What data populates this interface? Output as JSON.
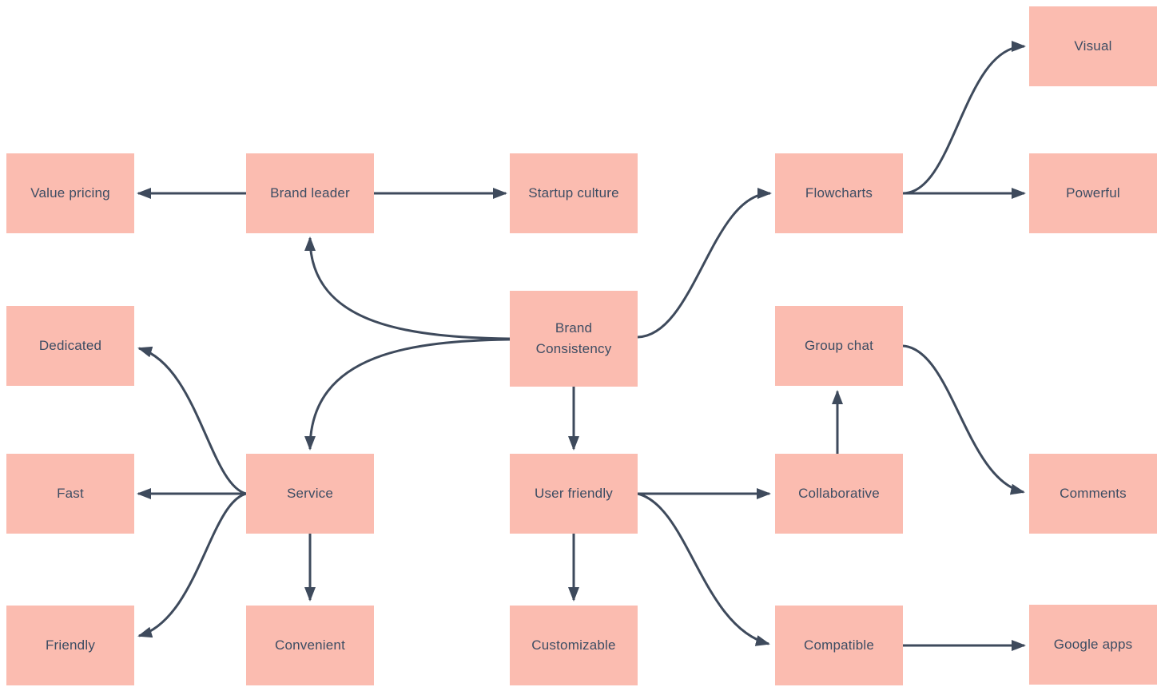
{
  "diagram": {
    "type": "mindmap-flowchart",
    "background_color": "#ffffff",
    "node_fill_color": "#fbbcb0",
    "node_text_color": "#3d4d63",
    "connector_color": "#3e4a5c",
    "root_label": "Brand Consistency"
  },
  "nodes": [
    {
      "id": "value-pricing",
      "label": "Value pricing"
    },
    {
      "id": "brand-leader",
      "label": "Brand leader"
    },
    {
      "id": "startup-culture",
      "label": "Startup culture"
    },
    {
      "id": "flowcharts",
      "label": "Flowcharts"
    },
    {
      "id": "visual",
      "label": "Visual"
    },
    {
      "id": "powerful",
      "label": "Powerful"
    },
    {
      "id": "dedicated",
      "label": "Dedicated"
    },
    {
      "id": "brand-consistency",
      "label": "Brand Consistency"
    },
    {
      "id": "group-chat",
      "label": "Group chat"
    },
    {
      "id": "fast",
      "label": "Fast"
    },
    {
      "id": "service",
      "label": "Service"
    },
    {
      "id": "user-friendly",
      "label": "User friendly"
    },
    {
      "id": "collaborative",
      "label": "Collaborative"
    },
    {
      "id": "comments",
      "label": "Comments"
    },
    {
      "id": "friendly",
      "label": "Friendly"
    },
    {
      "id": "convenient",
      "label": "Convenient"
    },
    {
      "id": "customizable",
      "label": "Customizable"
    },
    {
      "id": "compatible",
      "label": "Compatible"
    },
    {
      "id": "google-apps",
      "label": "Google apps"
    }
  ],
  "edges": [
    {
      "from": "brand-leader",
      "to": "value-pricing"
    },
    {
      "from": "brand-leader",
      "to": "startup-culture"
    },
    {
      "from": "brand-consistency",
      "to": "brand-leader"
    },
    {
      "from": "brand-consistency",
      "to": "service"
    },
    {
      "from": "brand-consistency",
      "to": "user-friendly"
    },
    {
      "from": "brand-consistency",
      "to": "flowcharts"
    },
    {
      "from": "flowcharts",
      "to": "visual"
    },
    {
      "from": "flowcharts",
      "to": "powerful"
    },
    {
      "from": "service",
      "to": "dedicated"
    },
    {
      "from": "service",
      "to": "fast"
    },
    {
      "from": "service",
      "to": "friendly"
    },
    {
      "from": "service",
      "to": "convenient"
    },
    {
      "from": "user-friendly",
      "to": "collaborative"
    },
    {
      "from": "user-friendly",
      "to": "customizable"
    },
    {
      "from": "user-friendly",
      "to": "compatible"
    },
    {
      "from": "collaborative",
      "to": "group-chat"
    },
    {
      "from": "group-chat",
      "to": "comments"
    },
    {
      "from": "compatible",
      "to": "google-apps"
    }
  ]
}
